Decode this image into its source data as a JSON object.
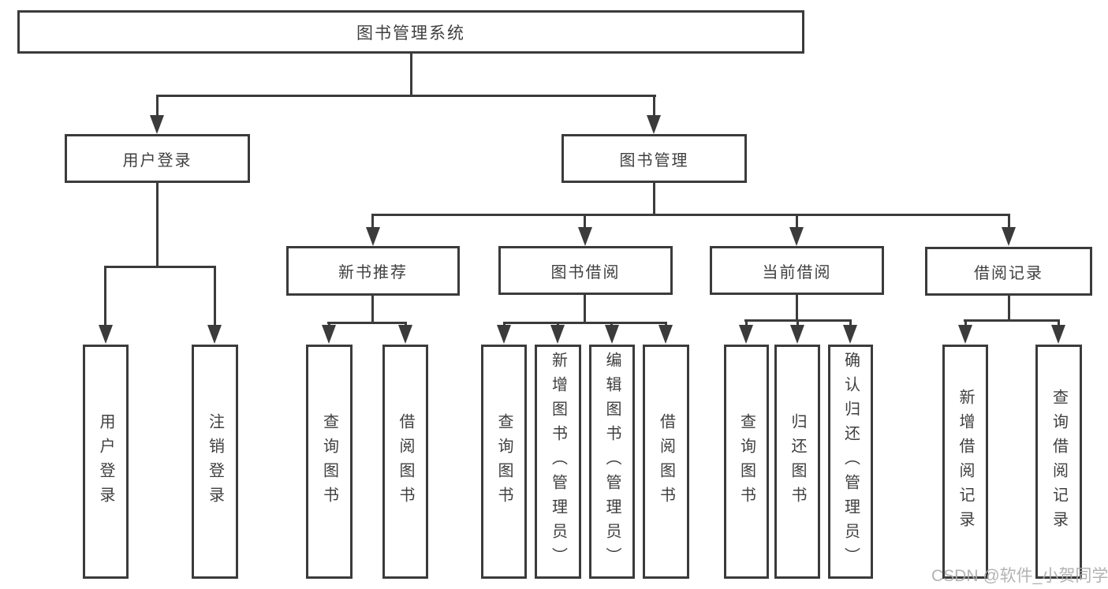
{
  "colors": {
    "line": "#3b3b3b",
    "text": "#3f3f3f",
    "box_bg": "#ffffff",
    "background": "#ffffff",
    "watermark": "#ababab"
  },
  "tree": {
    "root": {
      "label": "图书管理系统"
    },
    "level1": [
      {
        "label": "用户登录",
        "children": [
          {
            "label": "用户登录"
          },
          {
            "label": "注销登录"
          }
        ]
      },
      {
        "label": "图书管理",
        "children": [
          {
            "label": "新书推荐",
            "children": [
              {
                "label": "查询图书"
              },
              {
                "label": "借阅图书"
              }
            ]
          },
          {
            "label": "图书借阅",
            "children": [
              {
                "label": "查询图书"
              },
              {
                "label": "新增图书（管理员）"
              },
              {
                "label": "编辑图书（管理员）"
              },
              {
                "label": "借阅图书"
              }
            ]
          },
          {
            "label": "当前借阅",
            "children": [
              {
                "label": "查询图书"
              },
              {
                "label": "归还图书"
              },
              {
                "label": "确认归还（管理员）"
              }
            ]
          },
          {
            "label": "借阅记录",
            "children": [
              {
                "label": "新增借阅记录"
              },
              {
                "label": "查询借阅记录"
              }
            ]
          }
        ]
      }
    ]
  },
  "watermark": "CSDN @软件_小贺同学"
}
